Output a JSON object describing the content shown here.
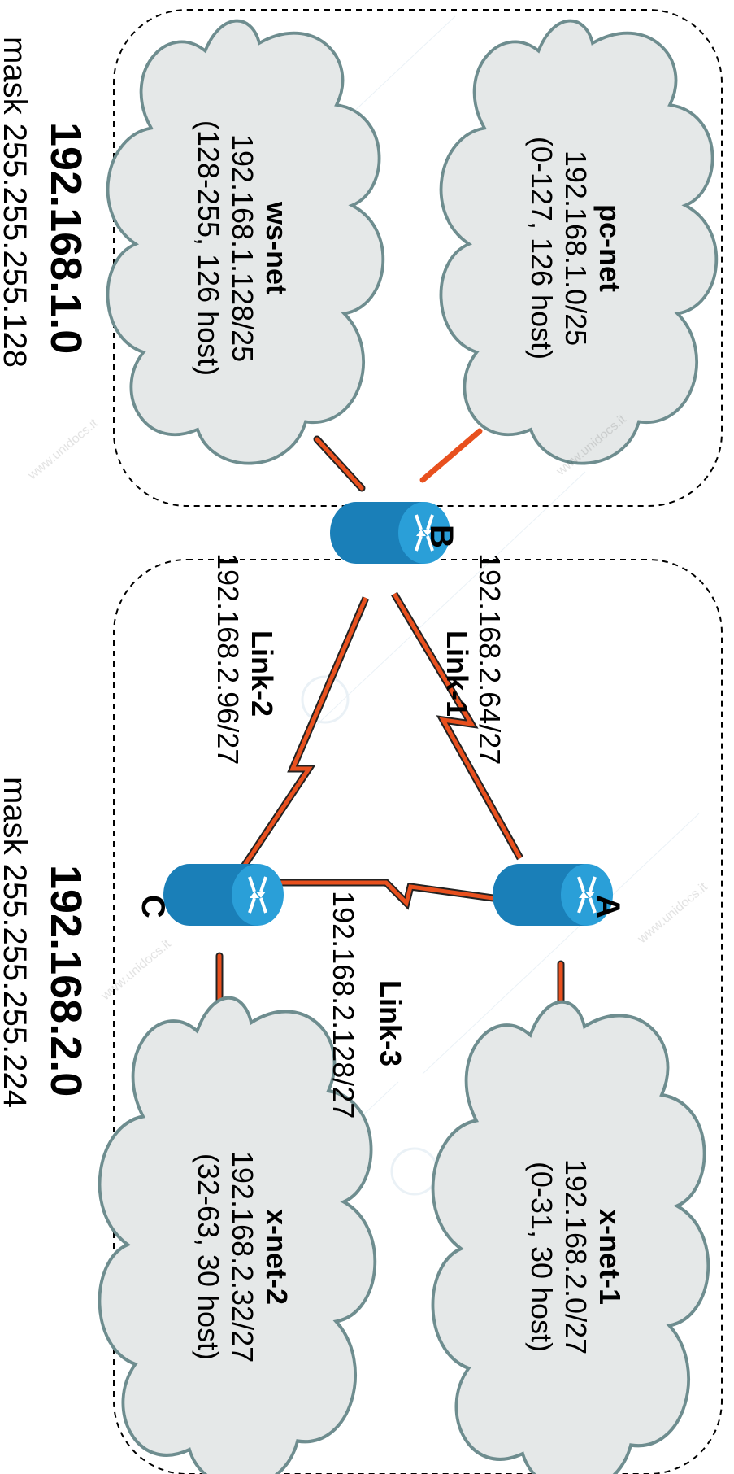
{
  "colors": {
    "link_orange": "#e8501e",
    "cloud_fill": "#e5e8e8",
    "cloud_stroke": "#6e8d8f",
    "router_top": "#2a9fd8",
    "router_side": "#1a7fb8"
  },
  "networks": {
    "top": {
      "address": "192.168.1.0",
      "mask": "mask 255.255.255.128"
    },
    "bottom": {
      "address": "192.168.2.0",
      "mask": "mask 255.255.255.224"
    }
  },
  "clouds": {
    "pc_net": {
      "name": "pc-net",
      "subnet": "192.168.1.0/25",
      "range": "(0-127, 126 host)"
    },
    "ws_net": {
      "name": "ws-net",
      "subnet": "192.168.1.128/25",
      "range": "(128-255, 126 host)"
    },
    "x_net_1": {
      "name": "x-net-1",
      "subnet": "192.168.2.0/27",
      "range": "(0-31, 30 host)"
    },
    "x_net_2": {
      "name": "x-net-2",
      "subnet": "192.168.2.32/27",
      "range": "(32-63, 30 host)"
    }
  },
  "routers": {
    "a": "A",
    "b": "B",
    "c": "C"
  },
  "links": {
    "link1": {
      "name": "Link-1",
      "subnet": "192.168.2.64/27"
    },
    "link2": {
      "name": "Link-2",
      "subnet": "192.168.2.96/27"
    },
    "link3": {
      "name": "Link-3",
      "subnet": "192.168.2.128/27"
    }
  },
  "watermark": "www.unidocs.it"
}
